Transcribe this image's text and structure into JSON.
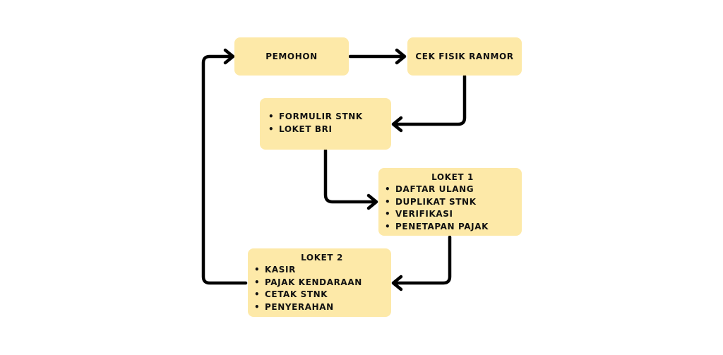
{
  "diagram": {
    "pemohon": {
      "label": "PEMOHON"
    },
    "cek_fisik": {
      "label": "CEK FISIK RANMOR"
    },
    "formulir": {
      "items": [
        "FORMULIR STNK",
        "LOKET BRI"
      ]
    },
    "loket1": {
      "title": "LOKET 1",
      "items": [
        "DAFTAR ULANG",
        "DUPLIKAT STNK",
        "VERIFIKASI",
        "PENETAPAN PAJAK"
      ]
    },
    "loket2": {
      "title": "LOKET 2",
      "items": [
        "KASIR",
        "PAJAK KENDARAAN",
        "CETAK STNK",
        "PENYERAHAN"
      ]
    },
    "colors": {
      "box_fill": "#fde9a8",
      "arrow": "#000000",
      "text": "#111111"
    }
  }
}
